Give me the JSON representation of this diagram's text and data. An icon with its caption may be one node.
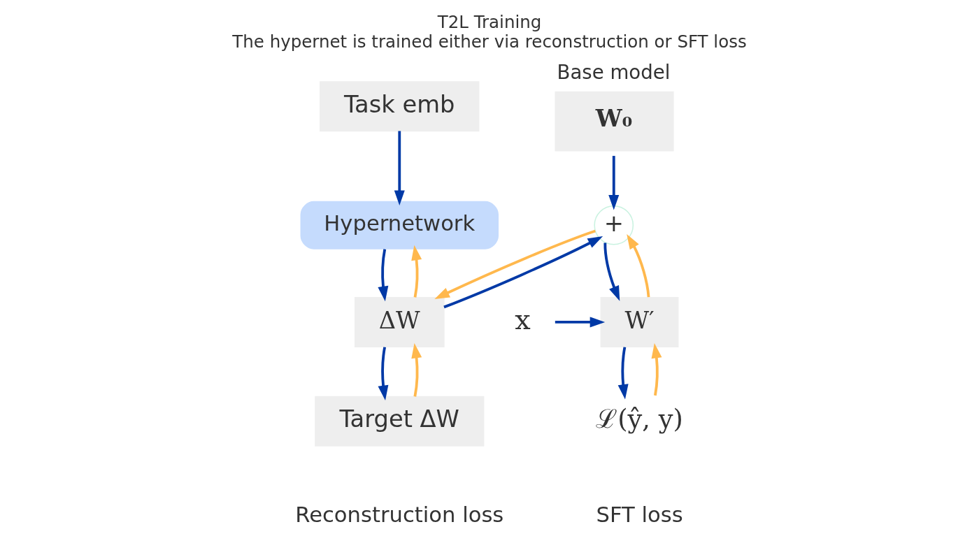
{
  "diagram": {
    "title": "T2L Training",
    "caption": "The hypernet is trained either via reconstruction or SFT loss",
    "nodes": [
      {
        "text": [
          "Task emb"
        ]
      },
      {
        "text": [
          "Hypernetwork"
        ]
      },
      {
        "text": [
          "ΔW"
        ]
      },
      {
        "text": [
          "Target ΔW"
        ]
      },
      {
        "text": [
          "W₀"
        ],
        "beside": [
          "Base model"
        ]
      },
      {
        "text": [
          "+"
        ]
      },
      {
        "text": [
          "x"
        ]
      },
      {
        "text": [
          "W′"
        ]
      },
      {
        "text": [
          "ℒ(ŷ, y)"
        ]
      }
    ],
    "edges": [
      {
        "from": 0,
        "to": 1,
        "arrow": "to"
      },
      {
        "from": 1,
        "to": 2,
        "arrow": "to"
      },
      {
        "from": 2,
        "to": 1,
        "arrow": "to",
        "color": "#ffb84d"
      },
      {
        "from": 2,
        "to": 3,
        "arrow": "to"
      },
      {
        "from": 3,
        "to": 2,
        "arrow": "to",
        "color": "#ffb84d"
      },
      {
        "from": 2,
        "to": 5,
        "arrow": "to"
      },
      {
        "from": 5,
        "to": 2,
        "arrow": "to",
        "color": "#ffb84d"
      },
      {
        "from": 4,
        "to": 5,
        "arrow": "to"
      },
      {
        "from": 5,
        "to": 7,
        "arrow": "to"
      },
      {
        "from": 7,
        "to": 5,
        "arrow": "to",
        "color": "#ffb84d"
      },
      {
        "from": 6,
        "to": 7,
        "arrow": "to"
      },
      {
        "from": 7,
        "to": 8,
        "arrow": "to"
      },
      {
        "from": 8,
        "to": 7,
        "arrow": "to",
        "color": "#ffb84d"
      }
    ],
    "labels": [
      "Reconstruction loss",
      "SFT loss"
    ]
  }
}
